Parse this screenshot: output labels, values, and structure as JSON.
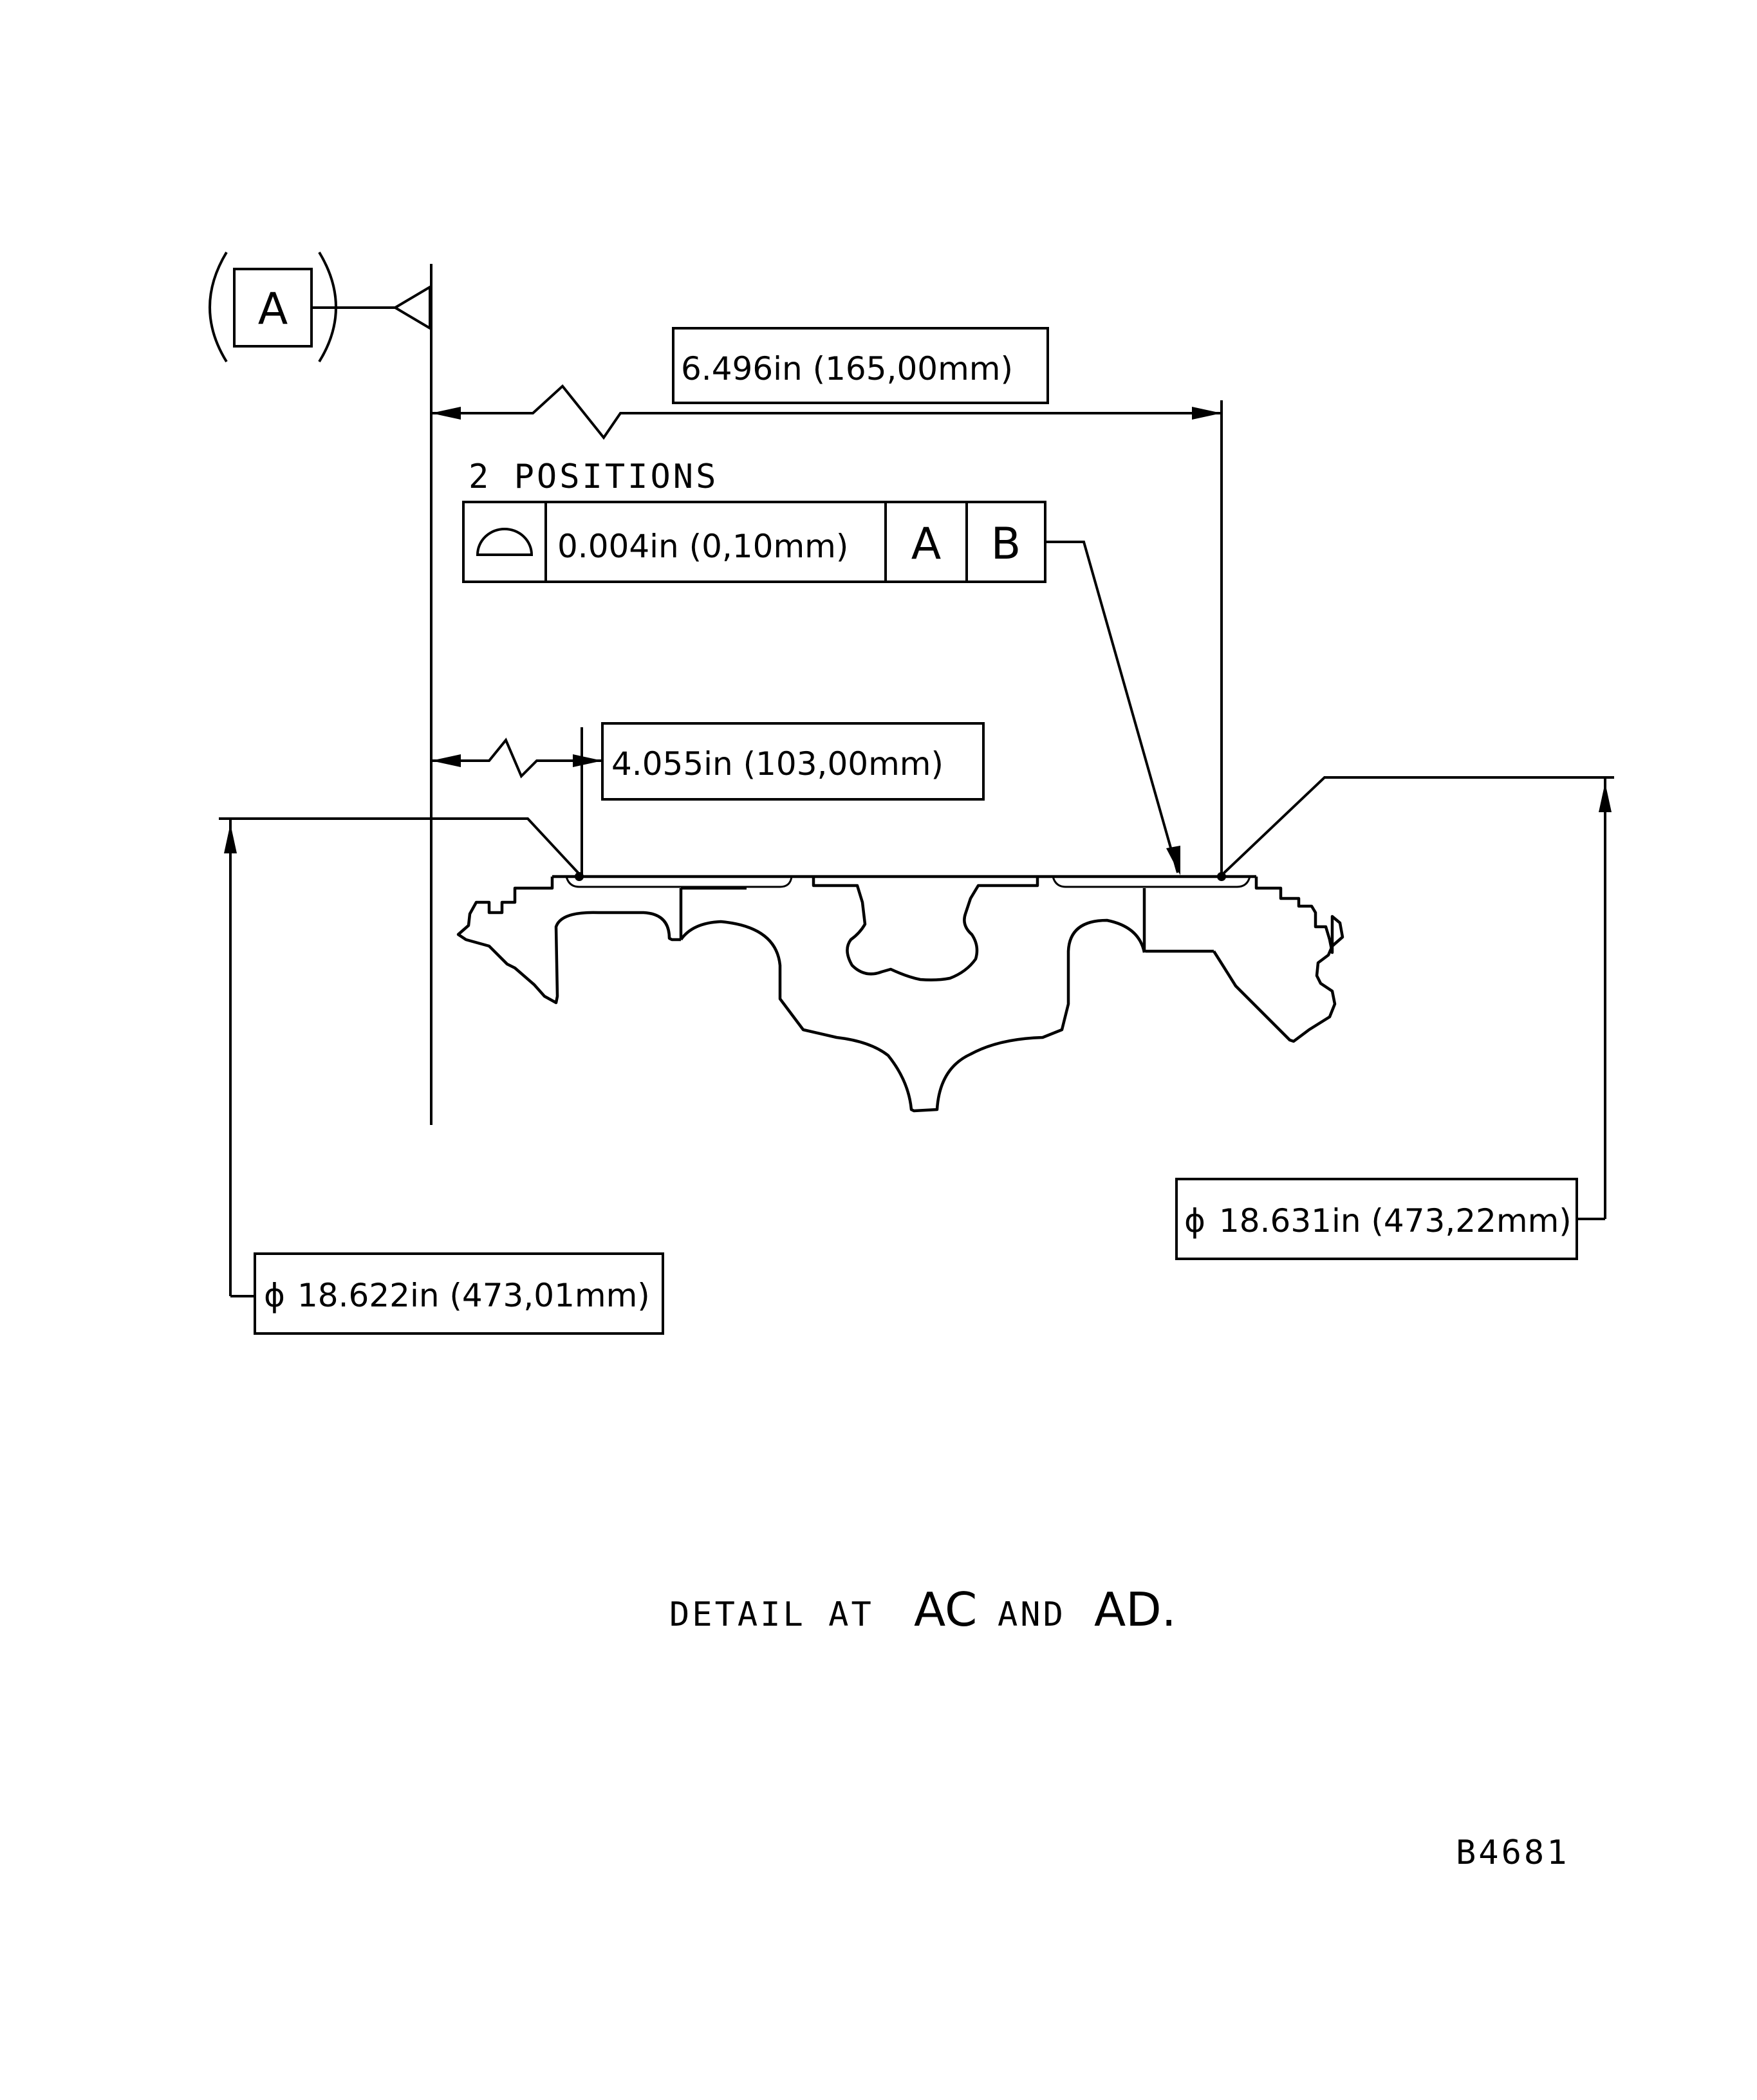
{
  "datum": {
    "letter": "A"
  },
  "dimension_top": {
    "label": "6.496in (165,00mm)"
  },
  "dimension_mid": {
    "label": "4.055in (103,00mm)"
  },
  "tolerance_note": {
    "label": "2 POSITIONS"
  },
  "tolerance_frame": {
    "symbol": "profile-of-a-surface",
    "value": "0.004in (0,10mm)",
    "datum_1": "A",
    "datum_2": "B"
  },
  "diameter_left": {
    "symbol": "ϕ",
    "label": "18.622in (473,01mm)"
  },
  "diameter_right": {
    "symbol": "ϕ",
    "label": "18.631in (473,22mm)"
  },
  "caption": {
    "prefix": "DETAIL AT",
    "first": "AC",
    "conj": "AND",
    "second": "AD."
  },
  "drawing_number": "B4681"
}
